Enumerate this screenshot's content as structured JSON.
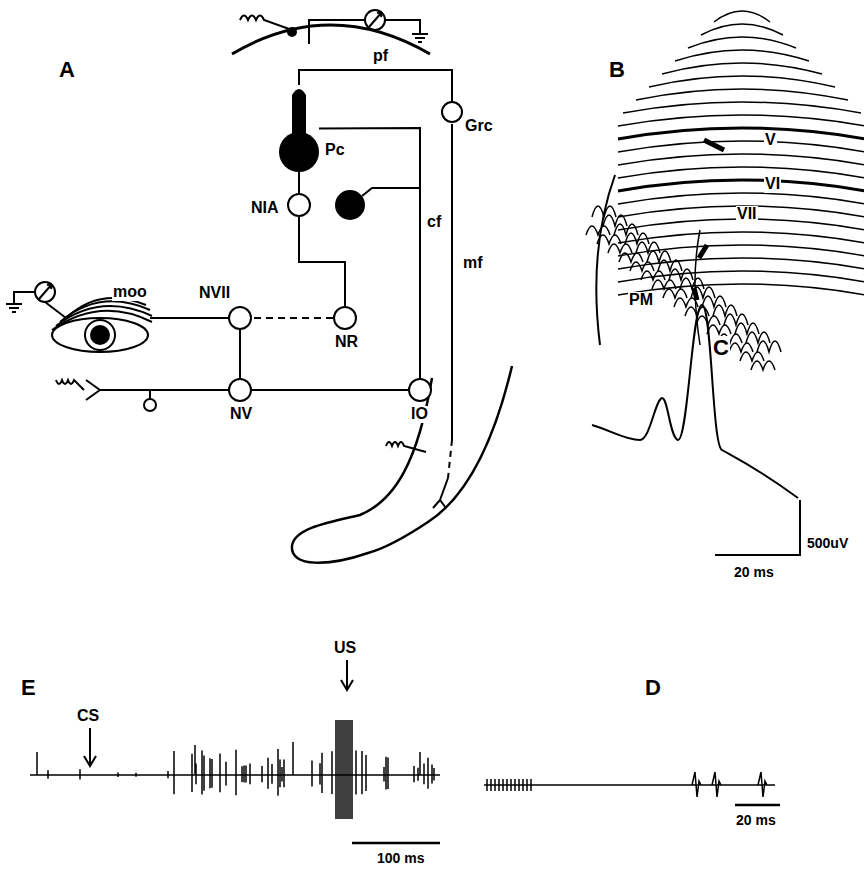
{
  "diagram": {
    "nodes": [
      {
        "text": [
          "Pc"
        ]
      },
      {
        "text": [
          "Grc"
        ]
      },
      {
        "text": [
          "NIA"
        ]
      },
      {
        "text": [
          "NVII"
        ]
      },
      {
        "text": [
          "NR"
        ]
      },
      {
        "text": [
          "NV"
        ]
      },
      {
        "text": [
          "IO"
        ]
      }
    ],
    "edges": [
      {
        "from": 0,
        "to": 2,
        "arrow": "none"
      },
      {
        "from": 2,
        "to": 4,
        "arrow": "none"
      },
      {
        "from": 4,
        "to": 3,
        "arrow": "none"
      },
      {
        "from": 5,
        "to": 3,
        "arrow": "none"
      },
      {
        "from": 5,
        "to": 6,
        "arrow": "none"
      },
      {
        "from": 6,
        "to": 0,
        "label": "cf",
        "arrow": "none"
      },
      {
        "from": 1,
        "to": 0,
        "label": "pf",
        "arrow": "none"
      }
    ],
    "labels": [
      "A",
      "mf",
      "moo",
      "B",
      "V",
      "VI",
      "VII",
      "PM",
      "C",
      "500uV",
      "20 ms",
      "D",
      "20 ms",
      "E",
      "CS",
      "US",
      "100 ms"
    ]
  }
}
